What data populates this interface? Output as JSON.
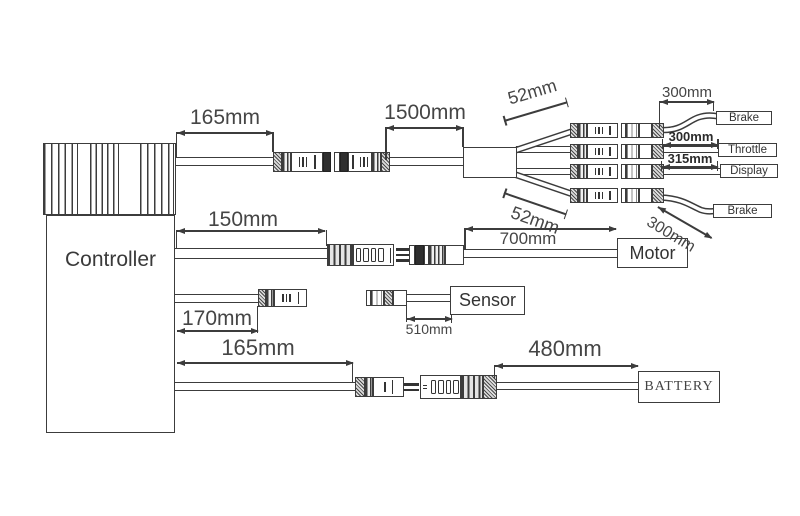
{
  "colors": {
    "line": "#3c3c3c",
    "text": "#454545",
    "background": "#ffffff"
  },
  "controller": {
    "label": "Controller"
  },
  "harness": {
    "dim_controller_to_connector": "165mm",
    "dim_connector_to_splitter": "1500mm",
    "dim_splitter_branch_top": "52mm",
    "dim_splitter_branch_bottom": "52mm",
    "branches": [
      {
        "dim": "300mm",
        "label": "Brake"
      },
      {
        "dim": "300mm",
        "label": "Throttle"
      },
      {
        "dim": "315mm",
        "label": "Display"
      },
      {
        "dim": "300mm",
        "label": "Brake"
      }
    ]
  },
  "motor_line": {
    "dim_controller_to_connector": "150mm",
    "dim_connector_to_device": "700mm",
    "label": "Motor"
  },
  "sensor_line": {
    "dim_controller_to_connector": "170mm",
    "dim_connector_to_device": "510mm",
    "label": "Sensor"
  },
  "battery_line": {
    "dim_controller_to_connector": "165mm",
    "dim_connector_to_device": "480mm",
    "label": "BATTERY"
  }
}
